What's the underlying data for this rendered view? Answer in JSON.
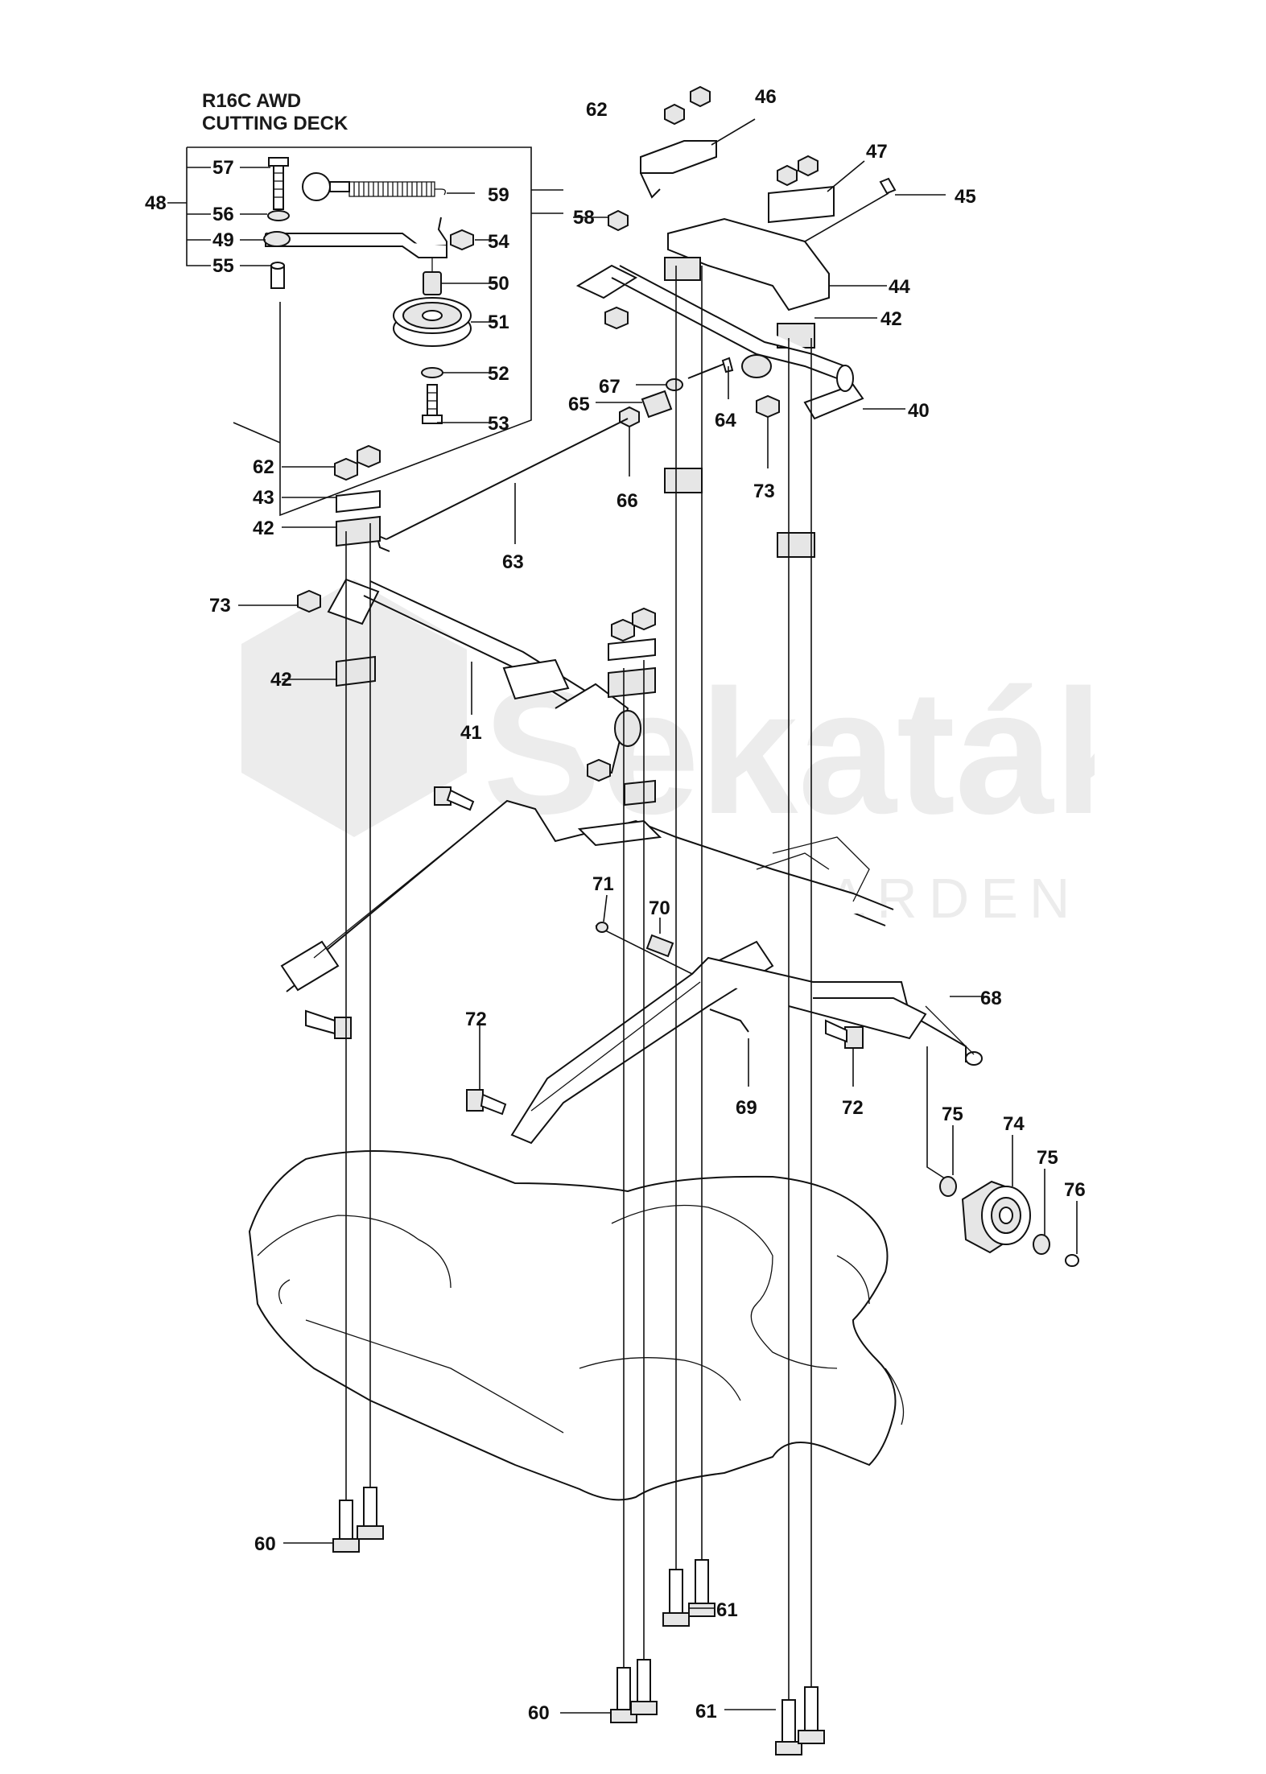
{
  "title": {
    "line1": "R16C AWD",
    "line2": "CUTTING DECK"
  },
  "watermark": {
    "brand": "Sekaták",
    "sub": "GARDEN"
  },
  "callouts": [
    {
      "id": "c57",
      "label": "57"
    },
    {
      "id": "c48",
      "label": "48"
    },
    {
      "id": "c56",
      "label": "56"
    },
    {
      "id": "c49",
      "label": "49"
    },
    {
      "id": "c55",
      "label": "55"
    },
    {
      "id": "c59",
      "label": "59"
    },
    {
      "id": "c58",
      "label": "58"
    },
    {
      "id": "c54",
      "label": "54"
    },
    {
      "id": "c50",
      "label": "50"
    },
    {
      "id": "c51",
      "label": "51"
    },
    {
      "id": "c52",
      "label": "52"
    },
    {
      "id": "c53",
      "label": "53"
    },
    {
      "id": "c62a",
      "label": "62"
    },
    {
      "id": "c46",
      "label": "46"
    },
    {
      "id": "c47",
      "label": "47"
    },
    {
      "id": "c45",
      "label": "45"
    },
    {
      "id": "c44",
      "label": "44"
    },
    {
      "id": "c42a",
      "label": "42"
    },
    {
      "id": "c67",
      "label": "67"
    },
    {
      "id": "c65",
      "label": "65"
    },
    {
      "id": "c64",
      "label": "64"
    },
    {
      "id": "c40",
      "label": "40"
    },
    {
      "id": "c66",
      "label": "66"
    },
    {
      "id": "c73a",
      "label": "73"
    },
    {
      "id": "c62b",
      "label": "62"
    },
    {
      "id": "c43",
      "label": "43"
    },
    {
      "id": "c42b",
      "label": "42"
    },
    {
      "id": "c63",
      "label": "63"
    },
    {
      "id": "c73b",
      "label": "73"
    },
    {
      "id": "c42c",
      "label": "42"
    },
    {
      "id": "c41",
      "label": "41"
    },
    {
      "id": "c71",
      "label": "71"
    },
    {
      "id": "c70",
      "label": "70"
    },
    {
      "id": "c68",
      "label": "68"
    },
    {
      "id": "c72a",
      "label": "72"
    },
    {
      "id": "c69",
      "label": "69"
    },
    {
      "id": "c72b",
      "label": "72"
    },
    {
      "id": "c75a",
      "label": "75"
    },
    {
      "id": "c74",
      "label": "74"
    },
    {
      "id": "c75b",
      "label": "75"
    },
    {
      "id": "c76",
      "label": "76"
    },
    {
      "id": "c60a",
      "label": "60"
    },
    {
      "id": "c61a",
      "label": "61"
    },
    {
      "id": "c60b",
      "label": "60"
    },
    {
      "id": "c61b",
      "label": "61"
    }
  ]
}
